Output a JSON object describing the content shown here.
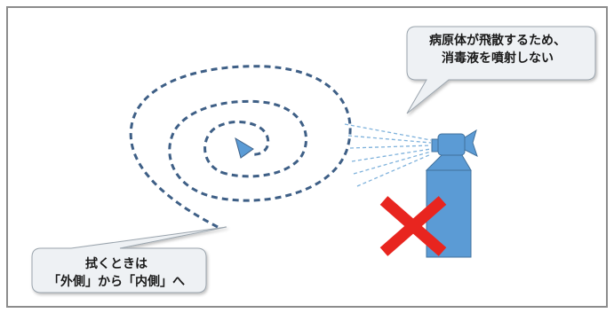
{
  "callouts": {
    "spray_warning": {
      "line1": "病原体が飛散するため、",
      "line2": "消毒液を噴射しない"
    },
    "wipe_direction": {
      "line1": "拭くときは",
      "line2": "「外側」から「内側」へ"
    }
  },
  "colors": {
    "spiral": "#3e5f86",
    "bottle": "#5b9bd5",
    "bottle_outline": "#41719c",
    "cross": "#e8251f",
    "bubble_fill": "#eef1f4",
    "bubble_stroke": "#9aa4ad",
    "spray_lines": "#7fb2dc",
    "frame": "#8c8c8c"
  },
  "icons": {
    "spiral": "spiral-arrow-icon",
    "spray_can": "spray-can-icon",
    "prohibited": "red-cross-icon"
  }
}
